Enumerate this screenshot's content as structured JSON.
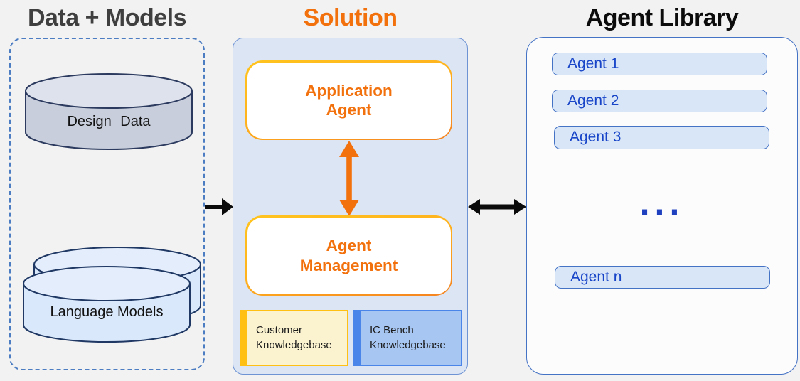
{
  "page": {
    "background_color": "#F2F2F2"
  },
  "columns": {
    "data_models": {
      "title": "Data + Models",
      "title_color": "#3F3F3F",
      "border_style": "dashed",
      "border_color": "#4C7DC2",
      "items": [
        {
          "type": "cylinder",
          "label": "Design Data",
          "fill": "#C8CEDB",
          "top_fill": "#DEE2EC"
        },
        {
          "type": "cylinder-stack",
          "label": "Language Models",
          "fill": "#D9E8FA",
          "top_fill": "#E3EDFB"
        }
      ]
    },
    "solution": {
      "title": "Solution",
      "title_color": "#F2710D",
      "panel_fill": "#DBE5F3",
      "panel_border": "#6E93D4",
      "boxes": [
        {
          "label": "Application Agent",
          "text_color": "#F2710D",
          "border_color": "#FFB31E"
        },
        {
          "label": "Agent Management",
          "text_color": "#F2710D",
          "border_color": "#FFB31E"
        }
      ],
      "knowledgebases": [
        {
          "label": "Customer Knowledgebase",
          "accent_color": "#FFC013",
          "fill_color": "#FBF3D0"
        },
        {
          "label": "IC Bench Knowledgebase",
          "accent_color": "#4A86EA",
          "fill_color": "#A7C6F2"
        }
      ]
    },
    "agent_library": {
      "title": "Agent Library",
      "title_color": "#0B0B0B",
      "panel_border": "#4472C4",
      "agents": [
        "Agent 1",
        "Agent 2",
        "Agent 3"
      ],
      "ellipsis": "...",
      "last_agent": "Agent n",
      "button_fill": "#D9E6F8",
      "button_border": "#4472C4",
      "button_text_color": "#1845C8"
    }
  },
  "connectors": {
    "data_to_solution": {
      "type": "arrow-right",
      "color": "#0B0B0B"
    },
    "solution_to_library": {
      "type": "arrow-double-horizontal",
      "color": "#0B0B0B"
    },
    "app_agent_to_management": {
      "type": "arrow-double-vertical",
      "color": "#F2710D"
    }
  }
}
